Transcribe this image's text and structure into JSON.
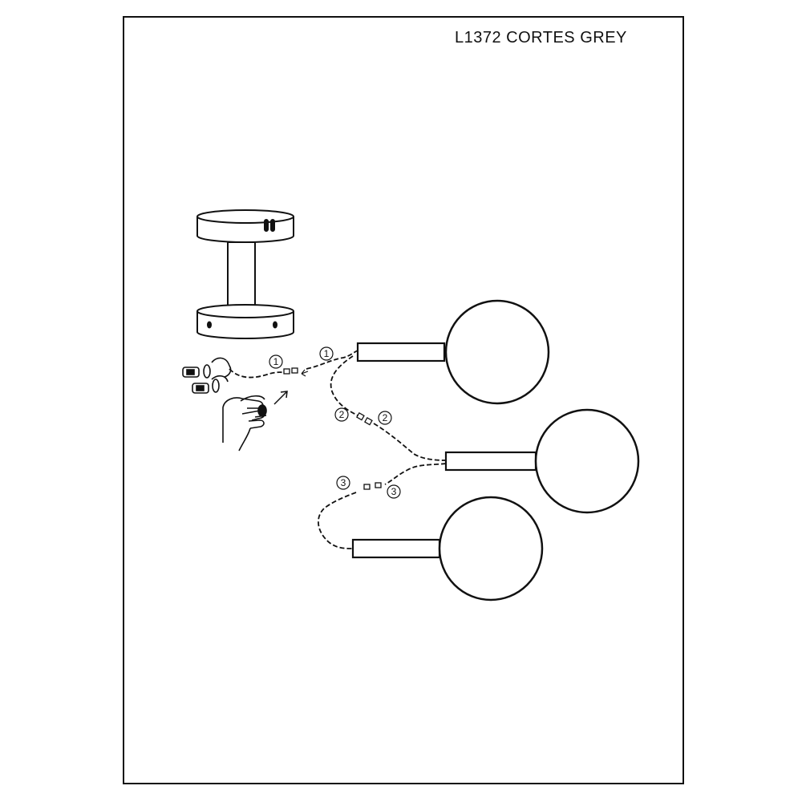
{
  "title": "L1372 CORTES GREY",
  "connections": [
    {
      "step": "1",
      "label": "①"
    },
    {
      "step": "2",
      "label": "②"
    },
    {
      "step": "3",
      "label": "③"
    }
  ],
  "parts": {
    "canopy": "ceiling-canopy-icon",
    "connector": "wire-connector-icon",
    "hand": "hand-icon",
    "lamps": [
      "round-lamp-icon",
      "round-lamp-icon",
      "round-lamp-icon"
    ]
  },
  "colors": {
    "line": "#111111",
    "background": "#ffffff"
  }
}
